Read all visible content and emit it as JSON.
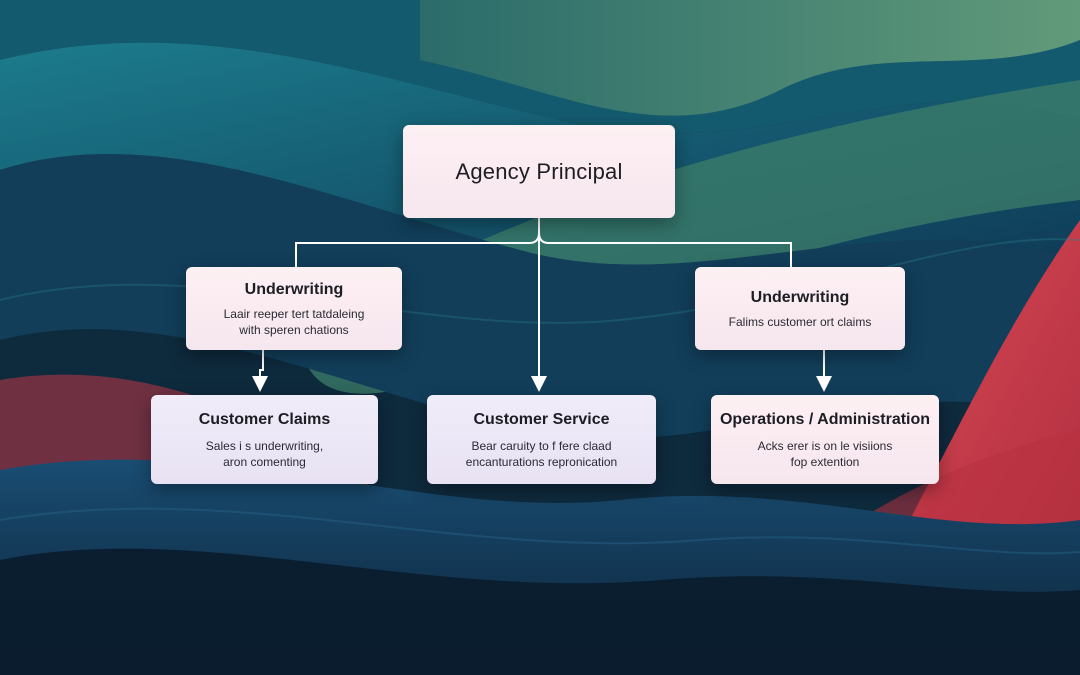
{
  "diagram": {
    "root": {
      "title": "Agency Principal"
    },
    "level1": [
      {
        "title": "Underwriting",
        "description": "Laair reeper tert tatdaleing\nwith speren chations"
      },
      {
        "title": "Underwriting",
        "description": "Falims customer ort claims"
      }
    ],
    "level2": [
      {
        "title": "Customer Claims",
        "description": "Sales i s underwriting,\naron comenting"
      },
      {
        "title": "Customer Service",
        "description": "Bear caruity to f fere claad\nencanturations repronication"
      },
      {
        "title": "Operations / Administration",
        "description": "Acks erer is on le visiions\nfop extention"
      }
    ]
  },
  "colors": {
    "background": "#0c2233",
    "teal": "#1a6f7e",
    "green": "#4f8f6e",
    "red": "#d9424f",
    "navy": "#12314d",
    "node_pink": "#fbe9ee",
    "node_lavender": "#eee9f7",
    "connector": "#ffffff"
  }
}
